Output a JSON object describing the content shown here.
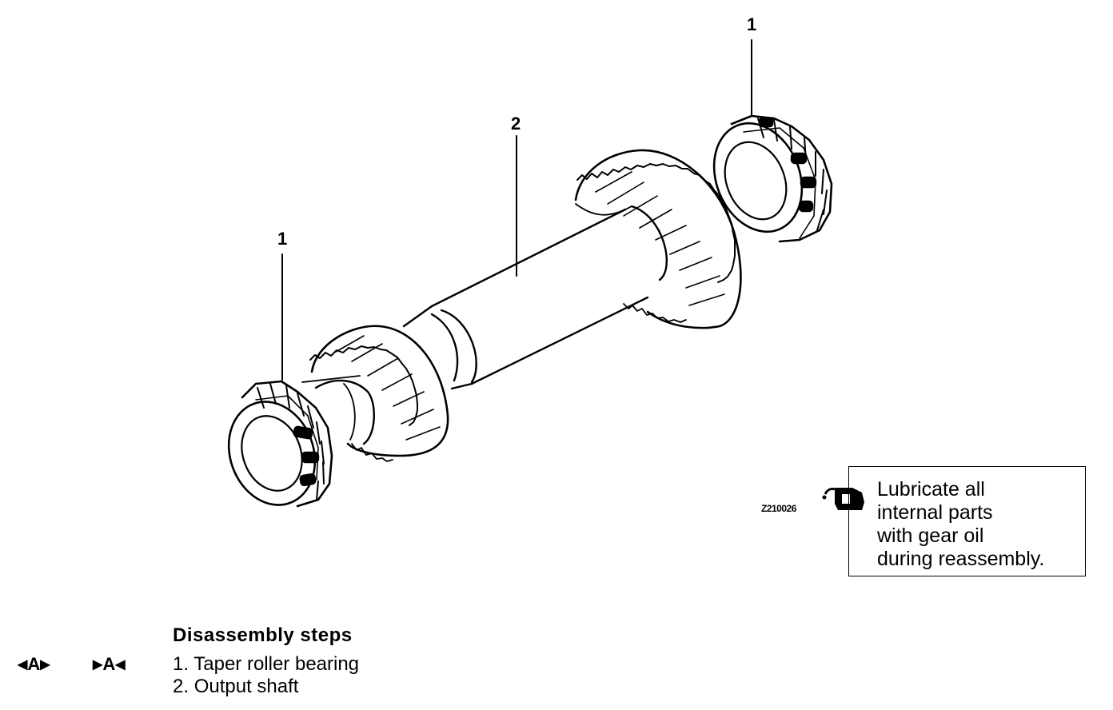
{
  "callouts": [
    {
      "id": "upper-bearing",
      "label": "1"
    },
    {
      "id": "shaft",
      "label": "2"
    },
    {
      "id": "lower-bearing",
      "label": "1"
    }
  ],
  "figure_code": "Z210026",
  "lubrication_note": {
    "icon": "oil-can-icon",
    "lines": [
      "Lubricate all",
      "internal parts",
      "with gear oil",
      "during reassembly."
    ]
  },
  "disassembly": {
    "heading": "Disassembly steps",
    "symbols": [
      {
        "left": "◀",
        "letter": "A",
        "right": "▶"
      },
      {
        "left": "▶",
        "letter": "A",
        "right": "◀"
      }
    ],
    "steps": [
      {
        "number": "1.",
        "text": "Taper roller bearing"
      },
      {
        "number": "2.",
        "text": "Output shaft"
      }
    ]
  }
}
